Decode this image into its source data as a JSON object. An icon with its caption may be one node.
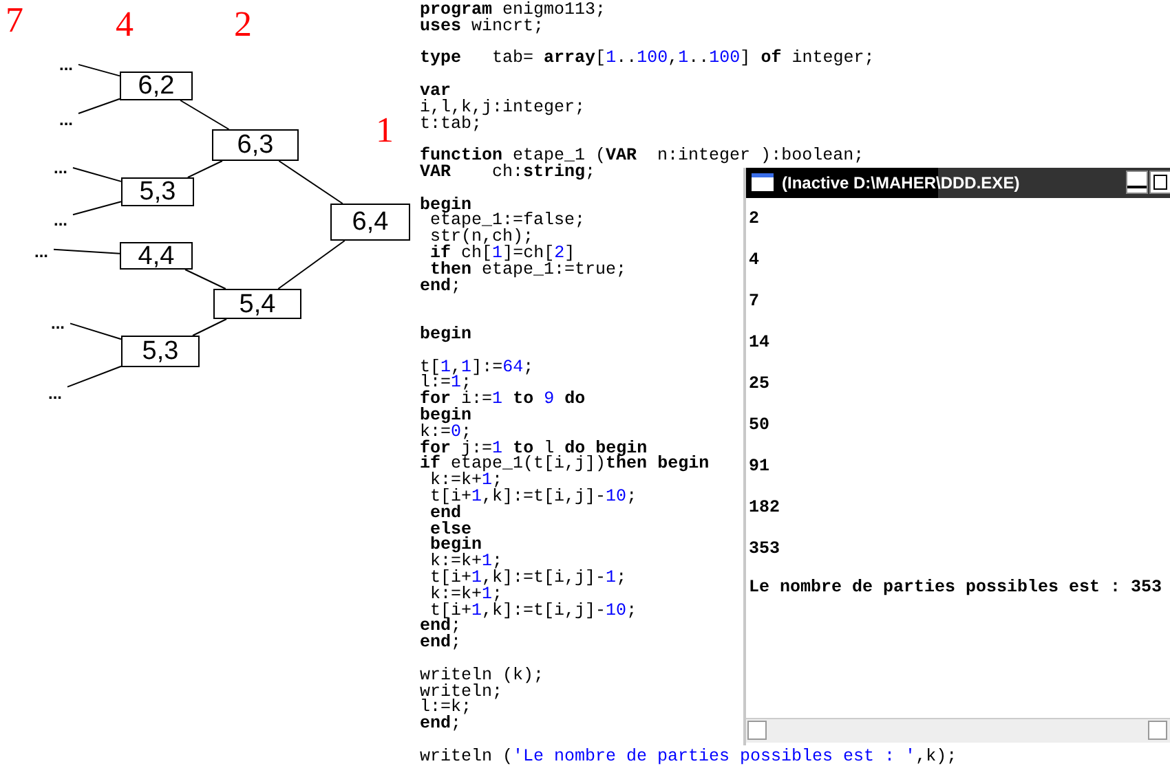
{
  "diagram": {
    "nodes": [
      {
        "text": [
          "6,4"
        ]
      },
      {
        "text": [
          "6,3"
        ]
      },
      {
        "text": [
          "5,4"
        ]
      },
      {
        "text": [
          "6,2"
        ]
      },
      {
        "text": [
          "5,3"
        ]
      },
      {
        "text": [
          "4,4"
        ]
      },
      {
        "text": [
          "5,3"
        ]
      },
      {
        "text": [
          "..."
        ]
      },
      {
        "text": [
          "..."
        ]
      },
      {
        "text": [
          "..."
        ]
      },
      {
        "text": [
          "..."
        ]
      },
      {
        "text": [
          "..."
        ]
      },
      {
        "text": [
          "..."
        ]
      },
      {
        "text": [
          "..."
        ]
      },
      {
        "text": [
          "(Inactive D:\\MAHER\\DDD.EXE)",
          "2",
          "4",
          "7",
          "14",
          "25",
          "50",
          "91",
          "182",
          "353",
          "Le nombre de parties possibles est : 353"
        ]
      }
    ],
    "edges": [
      {
        "from": 0,
        "to": 1,
        "arrow": "none"
      },
      {
        "from": 0,
        "to": 2,
        "arrow": "none"
      },
      {
        "from": 1,
        "to": 3,
        "arrow": "none"
      },
      {
        "from": 1,
        "to": 4,
        "arrow": "none"
      },
      {
        "from": 2,
        "to": 5,
        "arrow": "none"
      },
      {
        "from": 2,
        "to": 6,
        "arrow": "none"
      },
      {
        "from": 3,
        "to": 7,
        "arrow": "none"
      },
      {
        "from": 3,
        "to": 8,
        "arrow": "none"
      },
      {
        "from": 4,
        "to": 9,
        "arrow": "none"
      },
      {
        "from": 4,
        "to": 10,
        "arrow": "none"
      },
      {
        "from": 5,
        "to": 11,
        "arrow": "none"
      },
      {
        "from": 6,
        "to": 12,
        "arrow": "none"
      },
      {
        "from": 6,
        "to": 13,
        "arrow": "none"
      }
    ],
    "labels": [
      "7",
      "4",
      "2",
      "1",
      "**program** enigmo113;",
      "**uses** wincrt;",
      "**type**   tab= **array**[1..100,1..100] **of** integer;",
      "**var**",
      "i,l,k,j:integer;",
      "t:tab;",
      "**function** etape_1 (**VAR**  n:integer ):boolean;",
      "**VAR**    ch:**string**;",
      "**begin**",
      " etape_1:=false;",
      " str(n,ch);",
      " **if** ch[1]=ch[2]",
      " **then** etape_1:=true;",
      "**end**;",
      "**begin**",
      "t[1,1]:=64;",
      "l:=1;",
      "**for** i:=1 **to** 9 **do**",
      "**begin**",
      "k:=0;",
      "**for** j:=1 **to** l **do** **begin**",
      "**if** etape_1(t[i,j])**then** **begin**",
      " k:=k+1;",
      " t[i+1,k]:=t[i,j]-10;",
      " **end**",
      " **else**",
      " **begin**",
      " k:=k+1;",
      " t[i+1,k]:=t[i,j]-1;",
      " k:=k+1;",
      " t[i+1,k]:=t[i,j]-10;",
      "**end**;",
      "**end**;",
      "writeln (k);",
      "writeln;",
      "l:=k;",
      "**end**;",
      "writeln ('Le nombre de parties possibles est : ',k);"
    ]
  }
}
